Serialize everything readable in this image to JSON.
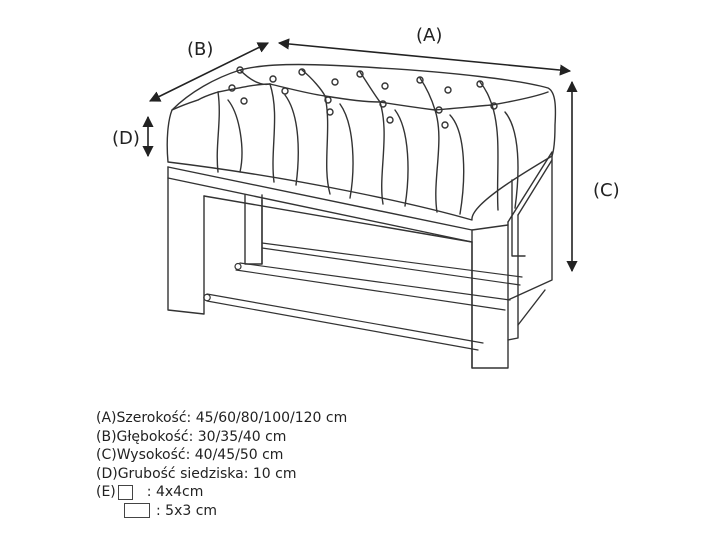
{
  "labels": {
    "a": "(A)",
    "b": "(B)",
    "c": "(C)",
    "d": "(D)"
  },
  "legend": {
    "a": "(A)Szerokość: 45/60/80/100/120 cm",
    "b": "(B)Głębokość: 30/35/40 cm",
    "c": "(C)Wysokość: 40/45/50 cm",
    "d": "(D)Grubość siedziska: 10 cm",
    "e_prefix": "(E)",
    "e_size1": ": 4x4cm",
    "e_size2": ": 5x3 cm"
  }
}
